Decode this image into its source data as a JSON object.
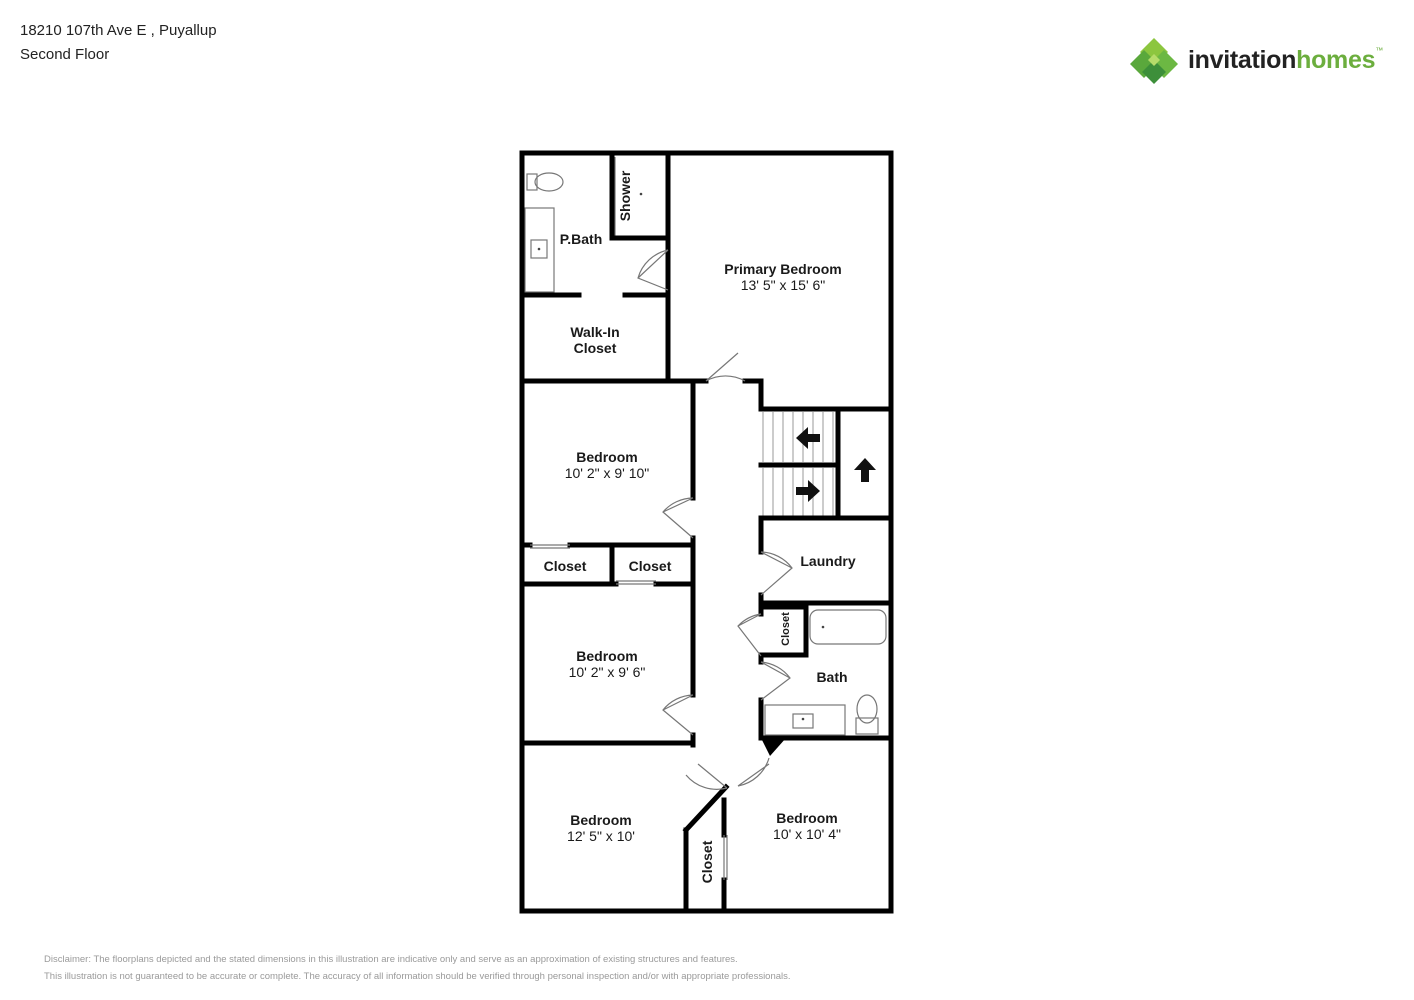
{
  "header": {
    "address": "18210 107th Ave E , Puyallup",
    "floor": "Second Floor"
  },
  "logo": {
    "word1": "invitation",
    "word2": "homes",
    "mark": "™",
    "colors": {
      "dark": "#222222",
      "green": "#6cae3e",
      "light_green": "#8cc63f",
      "dark_green": "#3d8f3a"
    }
  },
  "rooms": {
    "primary_bedroom": {
      "name": "Primary Bedroom",
      "dims": "13' 5\" x 15' 6\""
    },
    "p_bath": {
      "name": "P.Bath"
    },
    "shower": {
      "name": "Shower"
    },
    "walk_in_closet": {
      "line1": "Walk-In",
      "line2": "Closet"
    },
    "bedroom_1": {
      "name": "Bedroom",
      "dims": "10' 2\" x 9' 10\""
    },
    "closet_1": {
      "name": "Closet"
    },
    "closet_2": {
      "name": "Closet"
    },
    "bedroom_2": {
      "name": "Bedroom",
      "dims": "10' 2\" x 9' 6\""
    },
    "bedroom_3": {
      "name": "Bedroom",
      "dims": "12' 5\" x 10'"
    },
    "bedroom_4": {
      "name": "Bedroom",
      "dims": "10' x 10' 4\""
    },
    "closet_3": {
      "name": "Closet"
    },
    "closet_4": {
      "name": "Closet"
    },
    "laundry": {
      "name": "Laundry"
    },
    "bath": {
      "name": "Bath"
    }
  },
  "disclaimer": {
    "line1": "Disclaimer: The floorplans depicted and the stated dimensions in this illustration are indicative only and serve as an approximation of existing structures and features.",
    "line2": "This illustration is not guaranteed to be accurate or complete. The accuracy of all information should be verified through personal inspection and/or with appropriate professionals."
  }
}
